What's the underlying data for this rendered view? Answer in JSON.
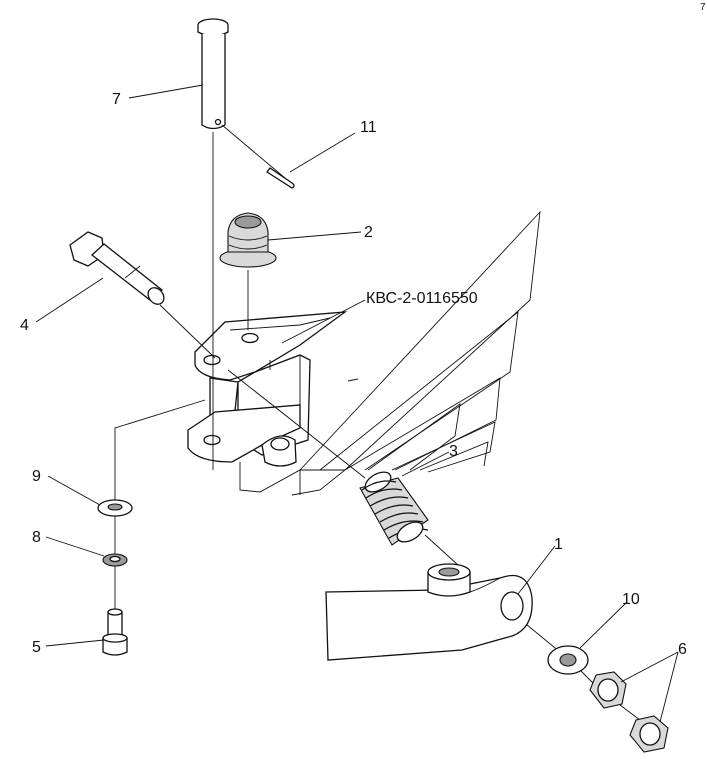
{
  "drawing": {
    "part_number": "КВС-2-0116550",
    "corner_mark": "7",
    "callouts": [
      "1",
      "2",
      "3",
      "4",
      "5",
      "6",
      "7",
      "8",
      "9",
      "10",
      "11"
    ]
  }
}
